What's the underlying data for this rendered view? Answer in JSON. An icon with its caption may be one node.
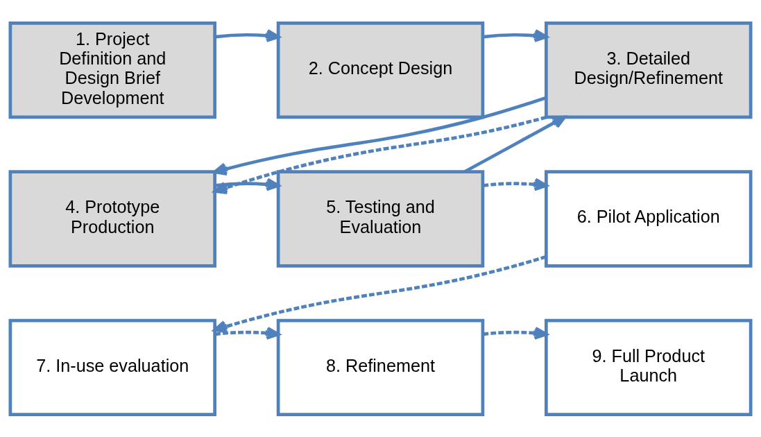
{
  "diagram": {
    "nodes": [
      {
        "text": [
          "1. Project Definition and Design Brief Development"
        ]
      },
      {
        "text": [
          "2. Concept Design"
        ]
      },
      {
        "text": [
          "3. Detailed Design/Refinement"
        ]
      },
      {
        "text": [
          "4. Prototype Production"
        ]
      },
      {
        "text": [
          "5. Testing and Evaluation"
        ]
      },
      {
        "text": [
          "6. Pilot Application"
        ]
      },
      {
        "text": [
          "7. In-use evaluation"
        ]
      },
      {
        "text": [
          "8. Refinement"
        ]
      },
      {
        "text": [
          "9. Full Product Launch"
        ]
      }
    ],
    "edges": [
      {
        "from": 0,
        "to": 1,
        "arrow": "to"
      },
      {
        "from": 1,
        "to": 2,
        "arrow": "to"
      },
      {
        "from": 2,
        "to": 3,
        "arrow": "to"
      },
      {
        "from": 2,
        "to": 3,
        "arrow": "to",
        "style": "dashed"
      },
      {
        "from": 3,
        "to": 4,
        "arrow": "to"
      },
      {
        "from": 4,
        "to": 2,
        "arrow": "to"
      },
      {
        "from": 4,
        "to": 5,
        "arrow": "to",
        "style": "dashed"
      },
      {
        "from": 5,
        "to": 6,
        "arrow": "to",
        "style": "dashed"
      },
      {
        "from": 6,
        "to": 7,
        "arrow": "to",
        "style": "dashed"
      },
      {
        "from": 7,
        "to": 8,
        "arrow": "to",
        "style": "dashed"
      }
    ]
  }
}
